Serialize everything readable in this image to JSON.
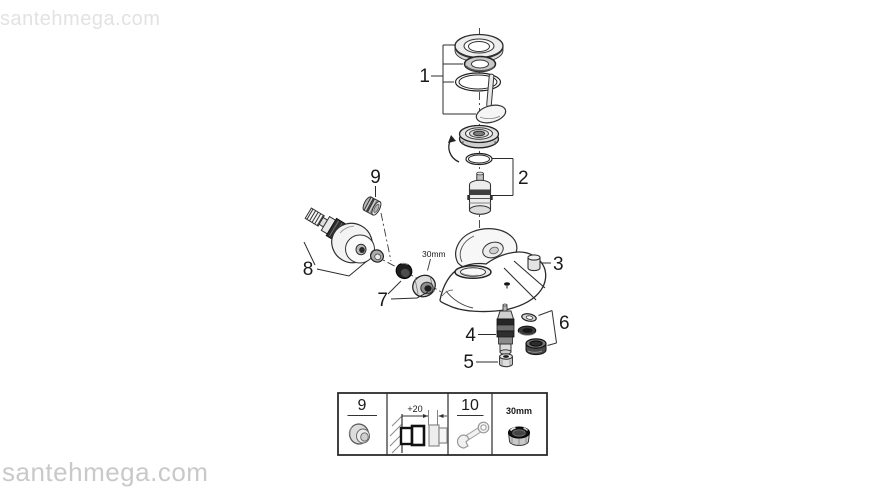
{
  "page": {
    "background": "#ffffff"
  },
  "watermarks": {
    "top_left": "santehmega.com",
    "bottom_left": "santehmega.com"
  },
  "colors": {
    "ink": "#2c2c2c",
    "axis": "#3a3a3a",
    "dark_part": "#1f1f1f",
    "light_part": "#e8e8e8",
    "watermark_top": "#e2e2e2",
    "watermark_bottom": "#c9c9c9"
  },
  "part_labels": {
    "p1": "1",
    "p2": "2",
    "p3": "3",
    "p4": "4",
    "p5": "5",
    "p6": "6",
    "p7": "7",
    "p8": "8",
    "p9": "9"
  },
  "annotations": {
    "nut_size_callout": "30mm"
  },
  "legend": {
    "cell_part9_label": "9",
    "cell_install_dimension": "+20",
    "cell_tool_label": "10",
    "cell_nut_size": "30mm"
  }
}
